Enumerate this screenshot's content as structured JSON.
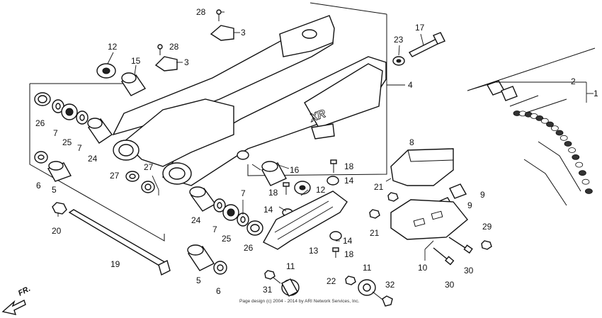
{
  "callouts": {
    "c28a": "28",
    "c3a": "3",
    "c12a": "12",
    "c28b": "28",
    "c15": "15",
    "c3b": "3",
    "c23": "23",
    "c17": "17",
    "c4": "4",
    "c2": "2",
    "c1": "1",
    "c26a": "26",
    "c7a": "7",
    "c25a": "25",
    "c7b": "7",
    "c24a": "24",
    "c6a": "6",
    "c5a": "5",
    "c27a": "27",
    "c27b": "27",
    "c20": "20",
    "c16": "16",
    "c18a": "18",
    "c14a": "14",
    "c18b": "18",
    "c12b": "12",
    "c14b": "14",
    "c8": "8",
    "c21a": "21",
    "c9a": "9",
    "c9b": "9",
    "c21b": "21",
    "c29": "29",
    "c7c": "7",
    "c24b": "24",
    "c7d": "7",
    "c25b": "25",
    "c26b": "26",
    "c13": "13",
    "c14c": "14",
    "c18c": "18",
    "c10": "10",
    "c30a": "30",
    "c30b": "30",
    "c19": "19",
    "c5b": "5",
    "c6b": "6",
    "c11a": "11",
    "c11b": "11",
    "c31": "31",
    "c22": "22",
    "c32": "32"
  },
  "direction_label": "FR.",
  "swingarm_decal": "XR",
  "caption_line1": "Page design (c) 2004 - 2014 by ARI Network Services, Inc.",
  "colors": {
    "line": "#111111",
    "background": "#ffffff"
  }
}
